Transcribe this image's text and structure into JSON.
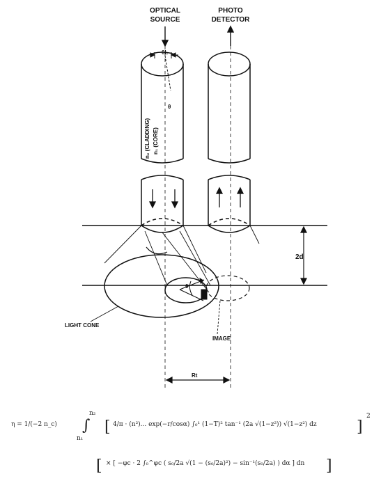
{
  "labels": {
    "source_line1": "OPTICAL",
    "source_line2": "SOURCE",
    "detector_line1": "PHOTO",
    "detector_line2": "DETECTOR",
    "cladding": "n₂ (CLADDING)",
    "core": "n₁ (CORE)",
    "theta_l": "θL",
    "theta": "θ",
    "light_cone": "LIGHT CONE",
    "image": "IMAGE",
    "two_d": "2d",
    "r_t": "Rt"
  },
  "equation": {
    "line1": {
      "lhs": "η = 1/(−2 n_c)",
      "lower_limit": "n₁",
      "upper_limit": "n₂",
      "bracket_content": "4/π · (n²)... exp(−r/cosα) ∫₀¹ (1−T)² tan⁻¹ (2a √(1−z²)) √(1−z²) dz",
      "power": "2"
    },
    "line2": {
      "content": "× [ −φc · 2 ∫₀^φc ( s₀/2a √(1 − (s₀/2a)²) − sin⁻¹(s₀/2a) ) dα ] dn"
    }
  }
}
